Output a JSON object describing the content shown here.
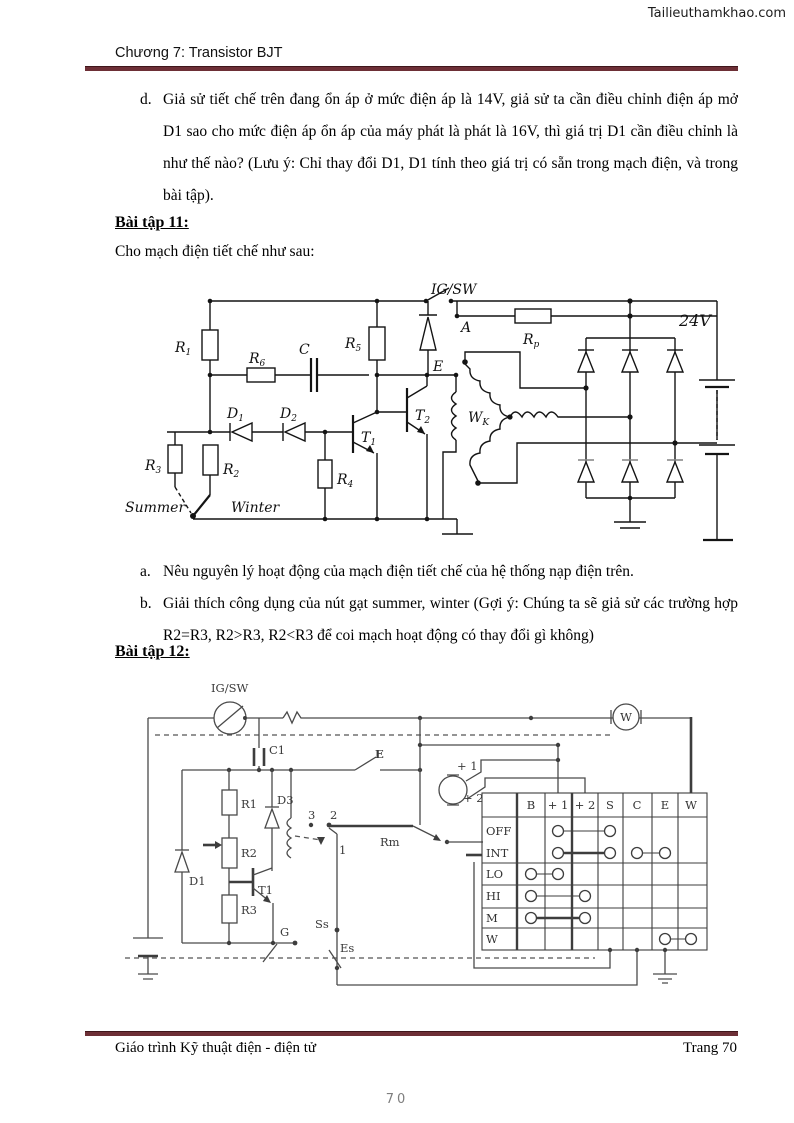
{
  "page": {
    "watermark": "Tailieuthamkhao.com",
    "chapter_header": "Chương 7: Transistor BJT",
    "footer_left": "Giáo trình Kỹ thuật điện - điện tử",
    "footer_right": "Trang 70",
    "page_number": "70"
  },
  "content": {
    "item_d": {
      "marker": "d.",
      "text": "Giả sử tiết chế trên đang ổn áp ở mức điện áp là 14V, giả sử ta cần điều chỉnh điện áp mở D1 sao cho mức điện áp ổn áp của máy phát là phát là 16V, thì giá trị D1 cần điều chỉnh là như thế nào? (Lưu ý: Chỉ thay đổi D1, D1 tính theo giá trị có sẵn trong mạch điện, và trong bài tập)."
    },
    "exercise11": {
      "title": "Bài tập 11:",
      "intro": "Cho mạch điện tiết chế như sau:",
      "item_a": {
        "marker": "a.",
        "text": "Nêu nguyên lý hoạt động của mạch điện tiết chế của hệ thống nạp điện trên."
      },
      "item_b": {
        "marker": "b.",
        "text": "Giải thích công dụng của nút gạt summer, winter (Gợi ý: Chúng ta sẽ giả sử các trường hợp R2=R3, R2>R3, R2<R3 để coi mạch hoạt động có thay đổi gì không)"
      }
    },
    "exercise12": {
      "title": "Bài tập 12:"
    }
  },
  "circuit1": {
    "labels": {
      "ig_sw": {
        "b": "IG/SW",
        "s": ""
      },
      "r1": {
        "b": "R",
        "s": "1"
      },
      "r6": {
        "b": "R",
        "s": "6"
      },
      "c": {
        "b": "C",
        "s": ""
      },
      "r5": {
        "b": "R",
        "s": "5"
      },
      "a": {
        "b": "A",
        "s": ""
      },
      "rp": {
        "b": "R",
        "s": "p"
      },
      "v24": {
        "b": "24V",
        "s": ""
      },
      "e": {
        "b": "E",
        "s": ""
      },
      "t1": {
        "b": "T",
        "s": "1"
      },
      "t2": {
        "b": "T",
        "s": "2"
      },
      "d1": {
        "b": "D",
        "s": "1"
      },
      "d2": {
        "b": "D",
        "s": "2"
      },
      "r2": {
        "b": "R",
        "s": "2"
      },
      "r3": {
        "b": "R",
        "s": "3"
      },
      "r4": {
        "b": "R",
        "s": "4"
      },
      "wk": {
        "b": "W",
        "s": "K"
      },
      "summer": {
        "b": "Summer",
        "s": ""
      },
      "winter": {
        "b": "Winter",
        "s": ""
      }
    }
  },
  "circuit2": {
    "labels": {
      "ig_sw": "IG/SW",
      "c1": "C1",
      "e": "E",
      "r1": "R1",
      "d3": "D3",
      "r2": "R2",
      "d1": "D1",
      "t1": "T1",
      "r3": "R3",
      "n3": "3",
      "n2": "2",
      "n1": "1",
      "rm": "Rm",
      "p1": "+ 1",
      "p2": "+ 2",
      "g": "G",
      "ss": "Ss",
      "es": "Es",
      "w_meter": "W"
    },
    "table": {
      "columns": [
        "",
        "B",
        "+ 1",
        "+ 2",
        "S",
        "C",
        "E",
        "W"
      ],
      "rows": [
        "OFF",
        "INT",
        "LO",
        "HI",
        "M",
        "W"
      ],
      "connections": [
        {
          "row": "OFF",
          "from": "+ 1",
          "to": "S",
          "thick": false
        },
        {
          "row": "INT",
          "from": "+ 1",
          "to": "S",
          "thick": true
        },
        {
          "row": "INT",
          "from": "C",
          "to": "E",
          "thick": false
        },
        {
          "row": "LO",
          "from": "B",
          "to": "+ 1",
          "thick": false
        },
        {
          "row": "HI",
          "from": "B",
          "to": "+ 2",
          "thick": false
        },
        {
          "row": "M",
          "from": "B",
          "to": "+ 2",
          "thick": true
        },
        {
          "row": "W",
          "from": "E",
          "to": "W",
          "thick": false
        }
      ]
    }
  },
  "colors": {
    "rule": "#6d2f36",
    "text": "#000000",
    "page_number": "#7e7e7e"
  }
}
